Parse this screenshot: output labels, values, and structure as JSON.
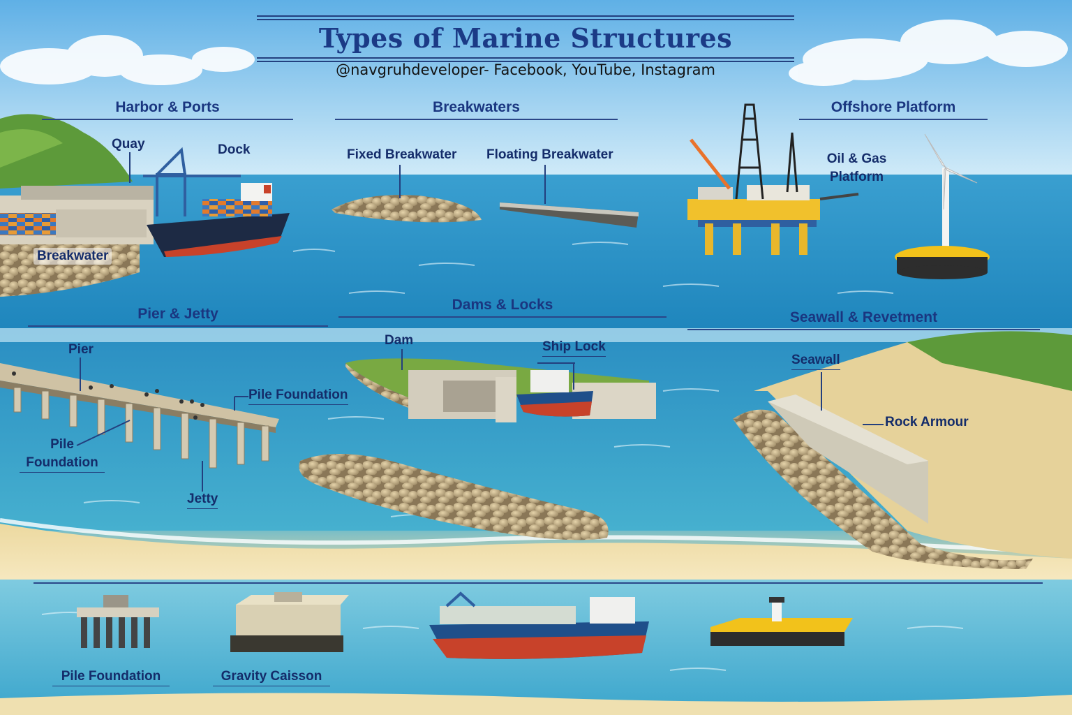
{
  "title": "Types of Marine Structures",
  "subtitle": "@navgruhdeveloper- Facebook, YouTube, Instagram",
  "sections": {
    "harbor": {
      "heading": "Harbor & Ports",
      "labels": {
        "quay": "Quay",
        "dock": "Dock",
        "breakwater": "Breakwater"
      }
    },
    "breakwaters": {
      "heading": "Breakwaters",
      "labels": {
        "fixed": "Fixed Breakwater",
        "floating": "Floating Breakwater"
      }
    },
    "offshore": {
      "heading": "Offshore Platform",
      "labels": {
        "oil_gas_line1": "Oil & Gas",
        "oil_gas_line2": "Platform"
      }
    },
    "pier": {
      "heading": "Pier & Jetty",
      "labels": {
        "pier": "Pier",
        "pile_foundation_right": "Pile Foundation",
        "pile_foundation_left_line1": "Pile",
        "pile_foundation_left_line2": "Foundation",
        "jetty": "Jetty"
      }
    },
    "dams": {
      "heading": "Dams & Locks",
      "labels": {
        "dam": "Dam",
        "ship_lock": "Ship Lock"
      }
    },
    "seawall": {
      "heading": "Seawall & Revetment",
      "labels": {
        "seawall": "Seawall",
        "rock_armour": "Rock Armour"
      }
    }
  },
  "bottom_row": {
    "pile_foundation": "Pile Foundation",
    "gravity_caisson": "Gravity Caisson"
  },
  "colors": {
    "heading": "#1a3680",
    "title": "#1b3a86",
    "sea": "#2f93c4",
    "sand": "#f1e3b3",
    "hull_red": "#c8422a",
    "platform_yellow": "#f2c21b"
  }
}
